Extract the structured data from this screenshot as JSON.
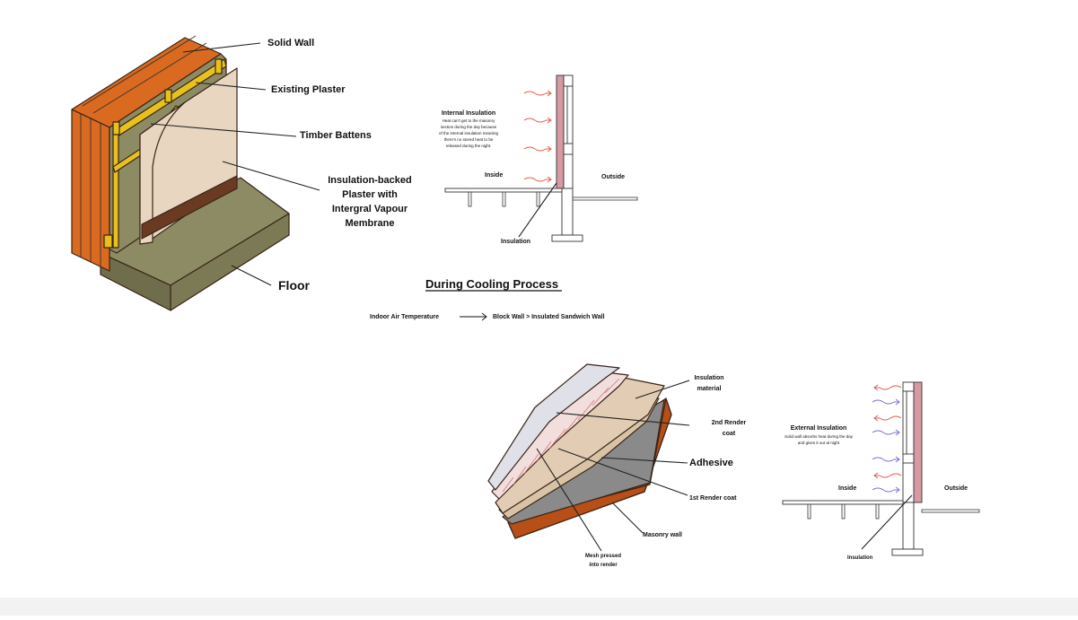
{
  "internal_wall_diagram": {
    "labels": {
      "solid_wall": "Solid Wall",
      "existing_plaster": "Existing Plaster",
      "timber_battens": "Timber Battens",
      "insulation_backed_1": "Insulation-backed",
      "insulation_backed_2": "Plaster with",
      "insulation_backed_3": "Intergral Vapour",
      "insulation_backed_4": "Membrane",
      "floor": "Floor"
    },
    "colors": {
      "orange": "#d96a1f",
      "olive": "#8d8b63",
      "plaster": "#e9d6c1",
      "batten": "#e8c21b",
      "skirting": "#6a3b22"
    }
  },
  "internal_section": {
    "title": "Internal Insulation",
    "note_1": "Heat can't get to the masonry",
    "note_2": "section during the day because",
    "note_3": "of the internal insulation meaning",
    "note_4": "there's no stored heat to be",
    "note_5": "released during the night.",
    "inside": "Inside",
    "outside": "Outside",
    "insulation": "Insulation"
  },
  "cooling": {
    "title": "During Cooling Process",
    "relation_left": "Indoor Air Temperature",
    "relation_right": "Block Wall > Insulated Sandwich Wall"
  },
  "external_layers_diagram": {
    "labels": {
      "insulation_material_1": "Insulation",
      "insulation_material_2": "material",
      "render_2nd_1": "2nd Render",
      "render_2nd_2": "coat",
      "adhesive": "Adhesive",
      "render_1st": "1st Render coat",
      "masonry_wall": "Masonry wall",
      "mesh_1": "Mesh pressed",
      "mesh_2": "into render"
    },
    "colors": {
      "masonry": "#cf5d1c",
      "adhesive": "#8a8a8a",
      "insulation": "#e2cdb4",
      "mesh": "#f3dede",
      "render": "#dfe0e8"
    }
  },
  "external_section": {
    "title": "External Insulation",
    "note_1": "Solid wall absorbs heat during the day",
    "note_2": "and gives it out at night",
    "inside": "Inside",
    "outside": "Outside",
    "insulation": "Insulation"
  }
}
